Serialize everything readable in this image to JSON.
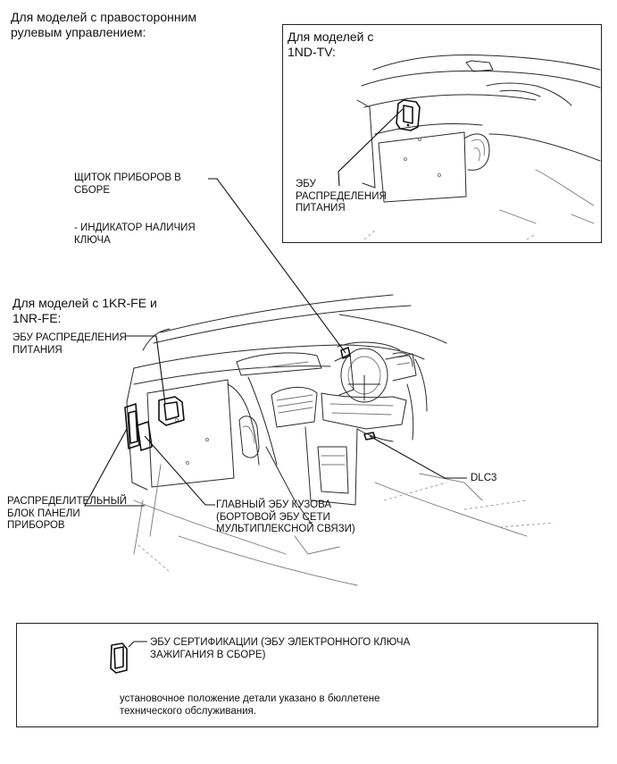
{
  "header": {
    "rhd_line1": "Для моделей с правосторонним",
    "rhd_line2": "рулевым управлением:"
  },
  "inset": {
    "title_line1": "Для моделей с",
    "title_line2": "1ND-TV:",
    "ecu_line1": "ЭБУ",
    "ecu_line2": "РАСПРЕДЕЛЕНИЯ",
    "ecu_line3": "ПИТАНИЯ"
  },
  "labels": {
    "meter_line1": "ЩИТОК ПРИБОРОВ В",
    "meter_line2": "СБОРЕ",
    "key_line1": "- ИНДИКАТОР НАЛИЧИЯ",
    "key_line2": "КЛЮЧА",
    "engine_line1": "Для моделей с 1KR-FE и",
    "engine_line2": "1NR-FE:",
    "pdecu_line1": "ЭБУ РАСПРЕДЕЛЕНИЯ",
    "pdecu_line2": "ПИТАНИЯ",
    "junction_line1": "РАСПРЕДЕЛИТЕЛЬНЫЙ",
    "junction_line2": "БЛОК ПАНЕЛИ",
    "junction_line3": "ПРИБОРОВ",
    "body_line1": "ГЛАВНЫЙ ЭБУ КУЗОВА",
    "body_line2": "(БОРТОВОЙ ЭБУ СЕТИ",
    "body_line3": "МУЛЬТИПЛЕКСНОЙ СВЯЗИ)",
    "dlc3": "DLC3"
  },
  "legend": {
    "cert_line1": "ЭБУ СЕРТИФИКАЦИИ (ЭБУ ЭЛЕКТРОННОГО КЛЮЧА",
    "cert_line2": "ЗАЖИГАНИЯ В СБОРЕ)",
    "note_line1": "установочное положение детали указано в бюллетене",
    "note_line2": "технического обслуживания."
  }
}
